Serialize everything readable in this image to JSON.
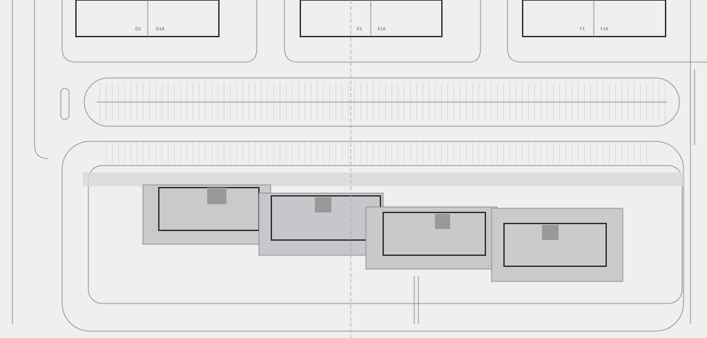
{
  "blocks": [
    {
      "left_label": "D1",
      "right_label": "D16"
    },
    {
      "left_label": "E1",
      "right_label": "E16"
    },
    {
      "left_label": "F1",
      "right_label": "F16"
    }
  ],
  "colors": {
    "paper": "#efefef",
    "line": "#8a8a8a",
    "building_fill": "#c9c9cc",
    "hatch": "#9a9a9a"
  }
}
